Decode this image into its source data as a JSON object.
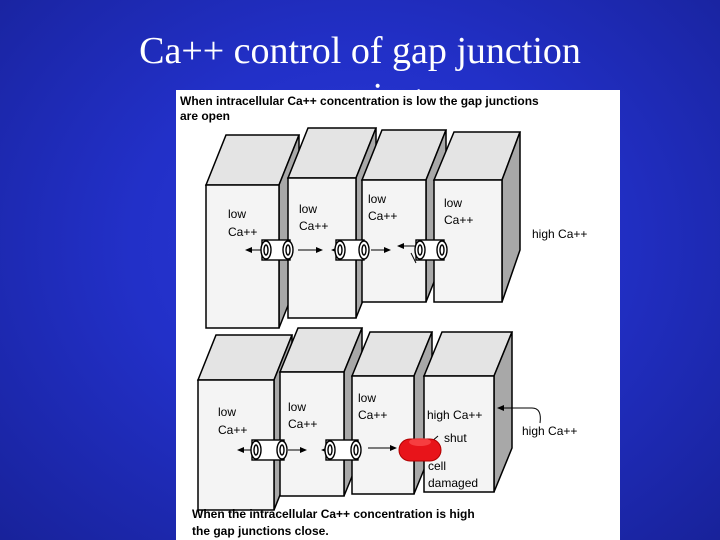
{
  "slide": {
    "title": "Ca++ control of gap junction",
    "title_overflow": "opening"
  },
  "diagram": {
    "top_caption_line1": "When intracellular Ca++ concentration is low the gap junctions",
    "top_caption_line2": "are open",
    "top_cells": [
      {
        "line1": "low",
        "line2": "Ca++"
      },
      {
        "line1": "low",
        "line2": "Ca++"
      },
      {
        "line1": "low",
        "line2": "Ca++"
      },
      {
        "line1": "low",
        "line2": "Ca++"
      }
    ],
    "top_outside_label": "high Ca++",
    "bottom_cells": [
      {
        "line1": "low",
        "line2": "Ca++"
      },
      {
        "line1": "low",
        "line2": "Ca++"
      },
      {
        "line1": "low",
        "line2": "Ca++"
      }
    ],
    "bottom_damaged_cell_label": "high Ca++",
    "bottom_outside_label": "high Ca++",
    "shut_label": "shut",
    "damaged_line1": "cell",
    "damaged_line2": "damaged",
    "bottom_caption_line1": "When the intracellular Ca++ concentration is high",
    "bottom_caption_line2": "the gap junctions close.",
    "colors": {
      "closed_junction": "#e8141a"
    }
  }
}
